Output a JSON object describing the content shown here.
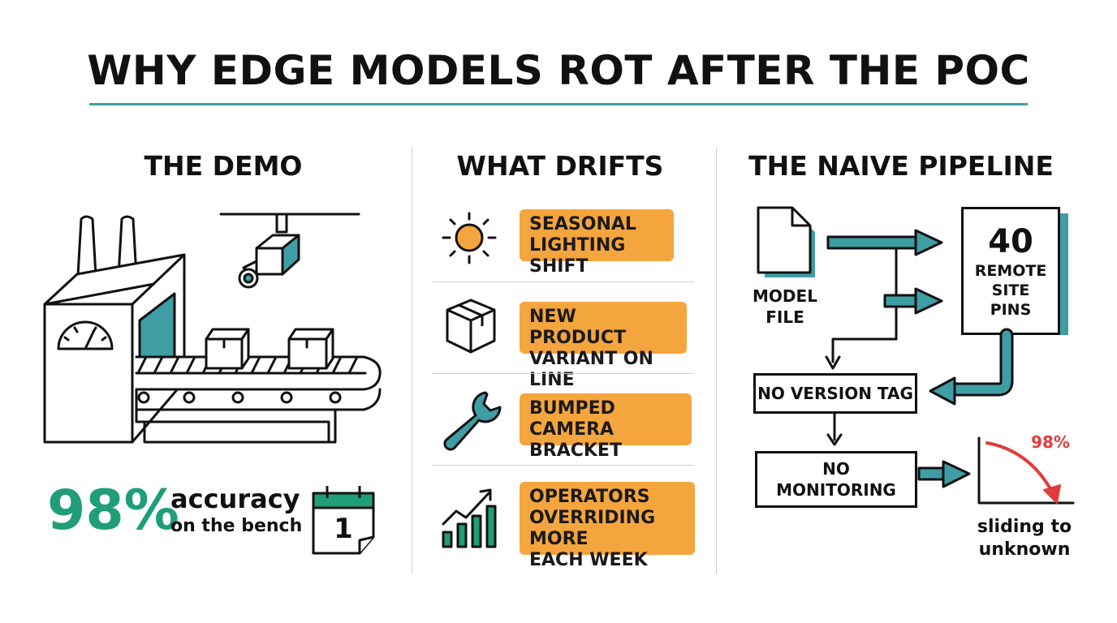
{
  "title": "WHY EDGE MODELS ROT AFTER THE POC",
  "demo": {
    "heading": "THE DEMO",
    "accuracy_value": "98%",
    "accuracy_word": "accuracy",
    "accuracy_context": "on the bench",
    "calendar_day": "1",
    "icons": [
      "factory-icon",
      "camera-icon",
      "conveyor-icon",
      "box-icon",
      "gauge-icon",
      "calendar-icon"
    ]
  },
  "drifts": {
    "heading": "WHAT DRIFTS",
    "items": [
      {
        "icon": "sun-icon",
        "label": "SEASONAL\nLIGHTING SHIFT"
      },
      {
        "icon": "box-icon",
        "label": "NEW PRODUCT\nVARIANT ON LINE"
      },
      {
        "icon": "wrench-icon",
        "label": "BUMPED CAMERA\nBRACKET"
      },
      {
        "icon": "chart-up-icon",
        "label": "OPERATORS\nOVERRIDING MORE\nEACH WEEK"
      }
    ],
    "label_color": "#f5a53d"
  },
  "pipeline": {
    "heading": "THE NAIVE PIPELINE",
    "model_file_label": "MODEL\nFILE",
    "sites_count": "40",
    "sites_label": "REMOTE\nSITE\nPINS",
    "no_version_tag": "NO VERSION TAG",
    "no_monitoring": "NO\nMONITORING",
    "decline_value": "98%",
    "decline_label": "sliding to\nunknown",
    "accent_color": "#3f9ea4",
    "decline_color": "#e03c3c"
  }
}
